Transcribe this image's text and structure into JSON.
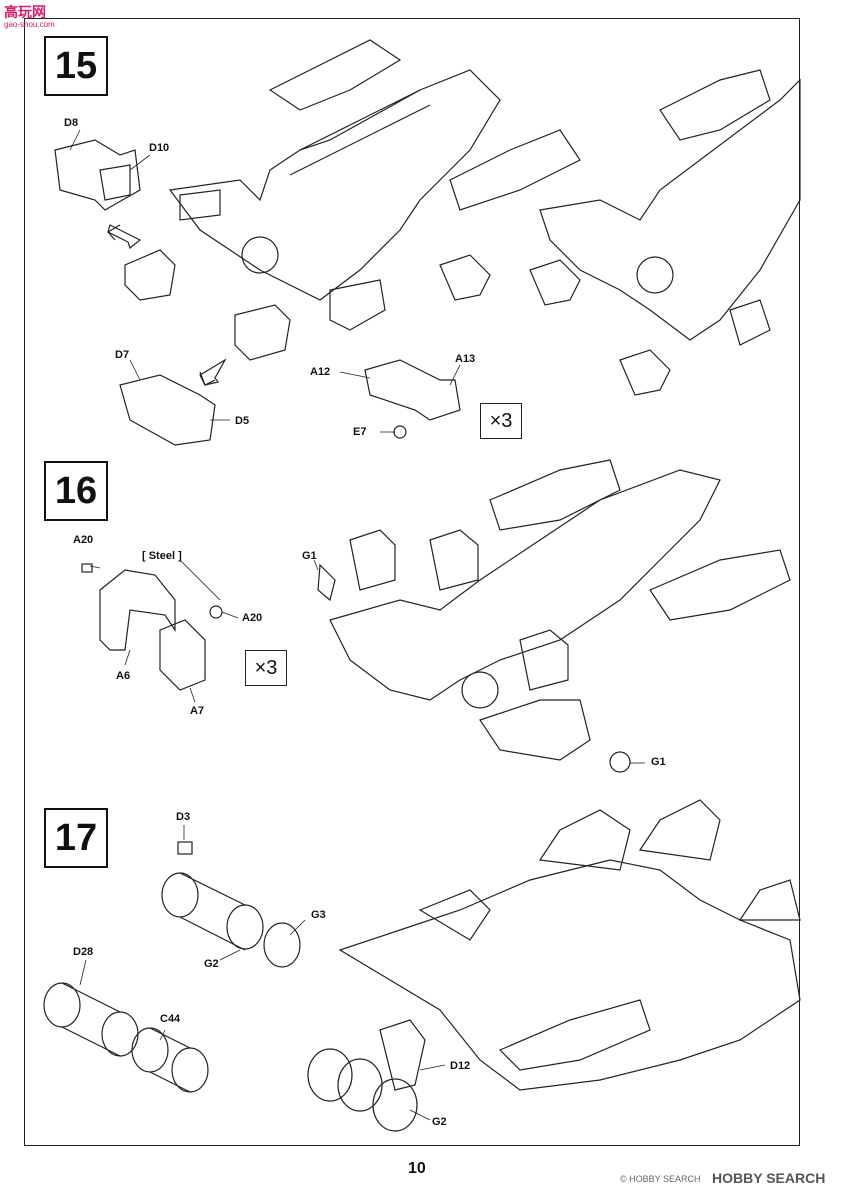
{
  "watermark_top": {
    "text": "高玩网",
    "sub": "gao-shou.com"
  },
  "watermark_bottom": {
    "brand": "HOBBY SEARCH",
    "copyright": "© HOBBY SEARCH"
  },
  "page_number": "10",
  "steps": [
    {
      "number": "15",
      "multiplier": "×3",
      "labels": {
        "d8": "D8",
        "d10": "D10",
        "d7": "D7",
        "d5": "D5",
        "a12": "A12",
        "a13": "A13",
        "e7": "E7"
      }
    },
    {
      "number": "16",
      "multiplier": "×3",
      "labels": {
        "a20_top": "A20",
        "steel": "[ Steel ]",
        "a20_right": "A20",
        "a6": "A6",
        "a7": "A7",
        "g1_top": "G1",
        "g1_bottom": "G1"
      }
    },
    {
      "number": "17",
      "labels": {
        "d3": "D3",
        "g3": "G3",
        "g2_top": "G2",
        "d28": "D28",
        "c44": "C44",
        "d12": "D12",
        "g2_bottom": "G2"
      }
    }
  ]
}
